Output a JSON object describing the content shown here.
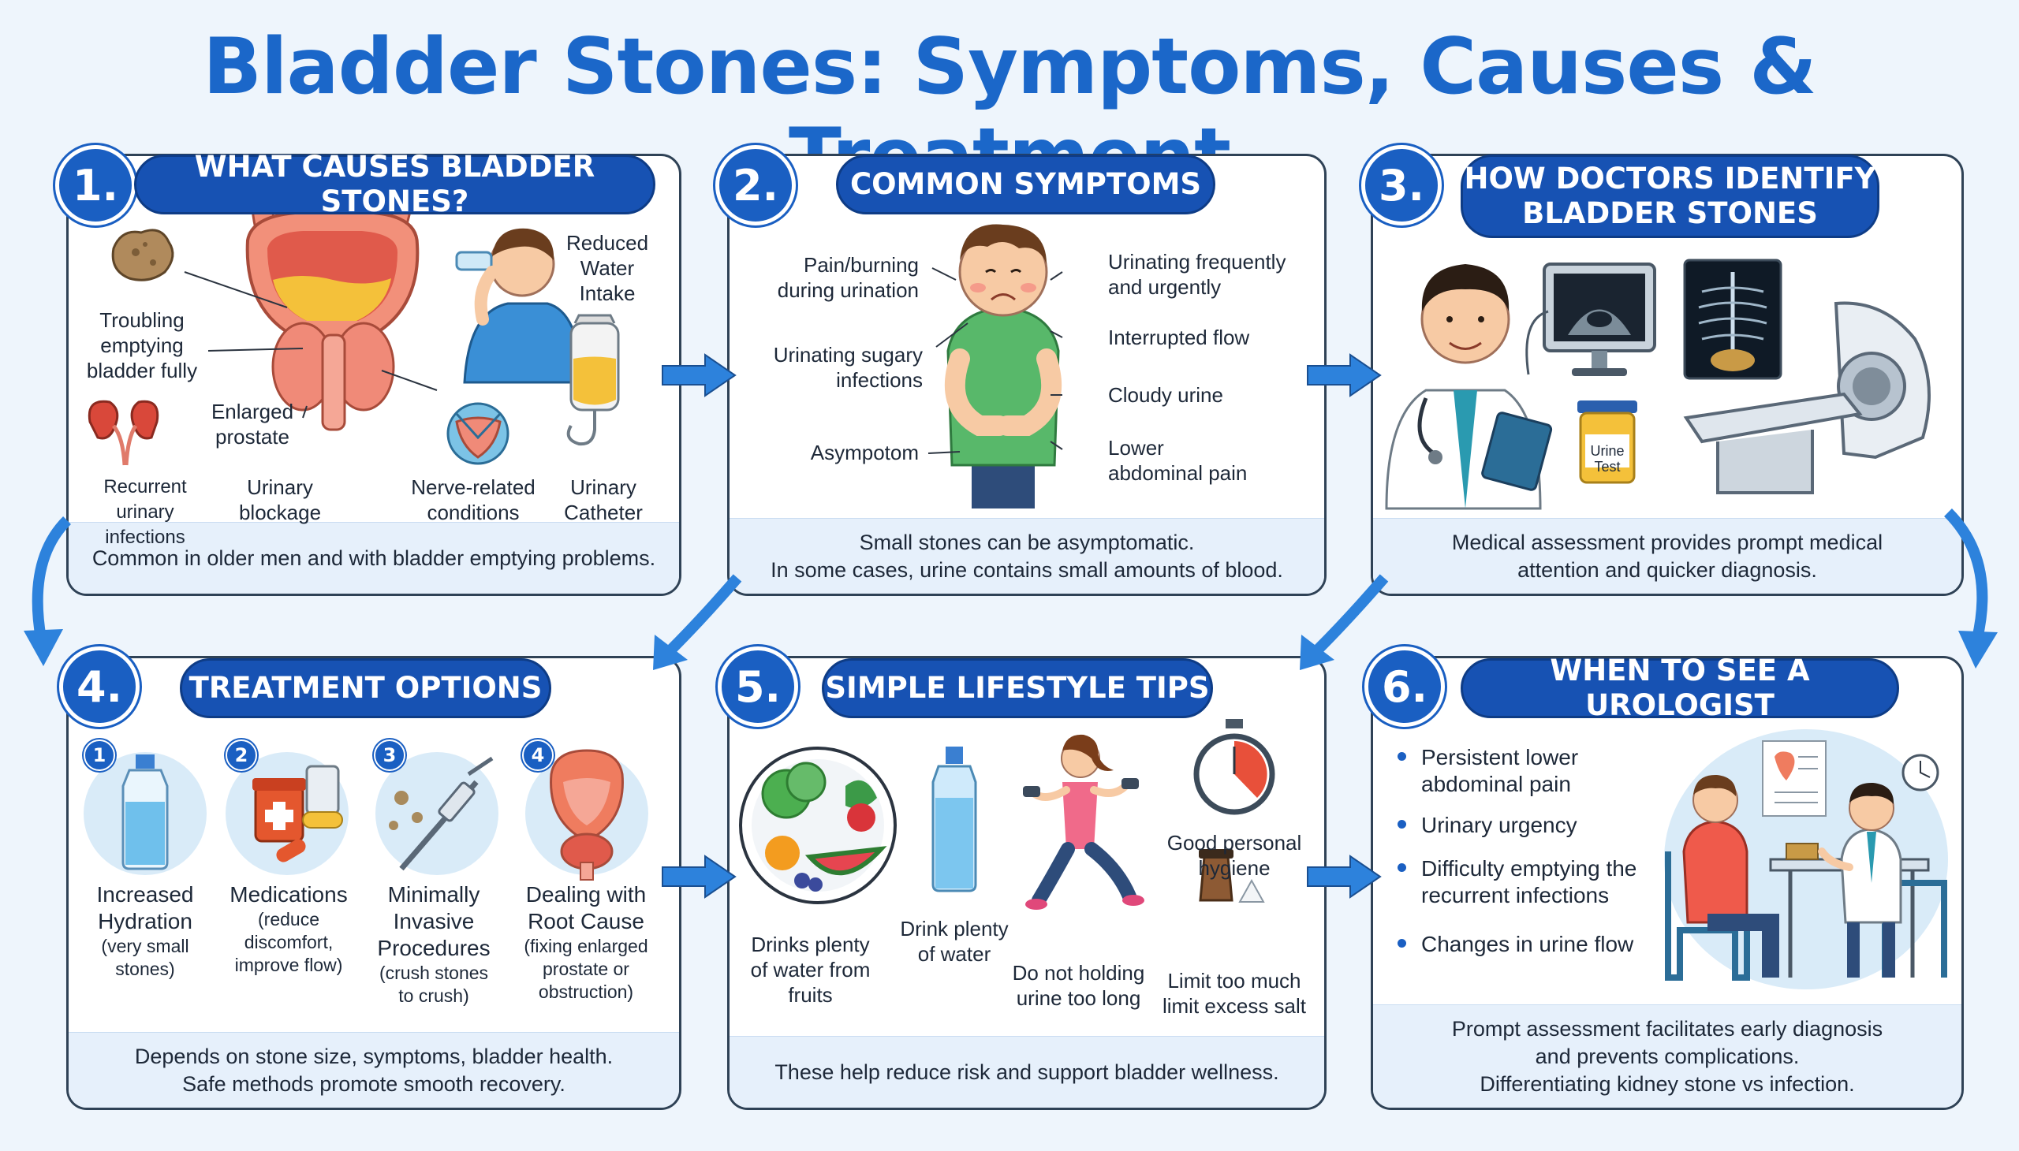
{
  "title": "Bladder Stones: Symptoms, Causes & Treatment",
  "panel1": {
    "number": "1.",
    "heading": "WHAT CAUSES BLADDER STONES?",
    "labels": {
      "troubling": "Troubling\nemptying\nbladder fully",
      "reduced_water": "Reduced\nWater\nIntake",
      "enlarged_prostate": "Enlarged\nprostate",
      "recurrent": "Recurrent\nurinary infections",
      "urinary_blockage": "Urinary\nblockage",
      "nerve": "Nerve-related\nconditions",
      "catheter": "Urinary\nCatheter"
    },
    "footer": "Common in older men and with bladder emptying problems."
  },
  "panel2": {
    "number": "2.",
    "heading": "COMMON SYMPTOMS",
    "labels": {
      "pain": "Pain/burning\nduring urination",
      "sugary": "Urinating sugary\ninfections",
      "asymptom": "Asympotom",
      "frequent": "Urinating frequently\nand urgently",
      "interrupted": "Interrupted flow",
      "cloudy": "Cloudy urine",
      "lower": "Lower\nabdominal pain"
    },
    "footer_line1": "Small stones can be asymptomatic.",
    "footer_line2": "In some cases, urine contains small amounts of blood."
  },
  "panel3": {
    "number": "3.",
    "heading_line1": "HOW DOCTORS IDENTIFY",
    "heading_line2": "BLADDER STONES",
    "jar_label": "Urine\nTest",
    "footer_line1": "Medical assessment provides prompt medical",
    "footer_line2": "attention and quicker diagnosis."
  },
  "panel4": {
    "number": "4.",
    "heading": "TREATMENT OPTIONS",
    "options": [
      {
        "n": "1",
        "title": "Increased\nHydration",
        "sub": "(very small\nstones)"
      },
      {
        "n": "2",
        "title": "Medications",
        "sub": "(reduce\ndiscomfort,\nimprove flow)"
      },
      {
        "n": "3",
        "title": "Minimally\nInvasive\nProcedures",
        "sub": "(crush stones\nto crush)"
      },
      {
        "n": "4",
        "title": "Dealing with\nRoot Cause",
        "sub": "(fixing enlarged\nprostate or\nobstruction)"
      }
    ],
    "footer_line1": "Depends on stone size, symptoms, bladder health.",
    "footer_line2": "Safe methods promote smooth recovery."
  },
  "panel5": {
    "number": "5.",
    "heading": "SIMPLE LIFESTYLE TIPS",
    "labels": {
      "fruits": "Drinks plenty\nof water from\nfruits",
      "water": "Drink plenty\nof water",
      "holding": "Do not holding\nurine too long",
      "hygiene": "Good personal\nhygiene",
      "salt": "Limit too much\nlimit excess salt"
    },
    "footer": "These help reduce risk and support bladder wellness."
  },
  "panel6": {
    "number": "6.",
    "heading": "WHEN TO SEE A UROLOGIST",
    "bullets": [
      "Persistent lower\nabdominal pain",
      "Urinary urgency",
      "Difficulty emptying the\nrecurrent infections",
      "Changes in urine flow"
    ],
    "footer_line1": "Prompt assessment facilitates early diagnosis",
    "footer_line2": "and prevents complications.",
    "footer_line3": "Differentiating kidney stone vs infection."
  },
  "colors": {
    "accent": "#1a5fc2",
    "header": "#1752b3",
    "footer_bg": "#e6f0fb",
    "panel_border": "#2f4256"
  }
}
